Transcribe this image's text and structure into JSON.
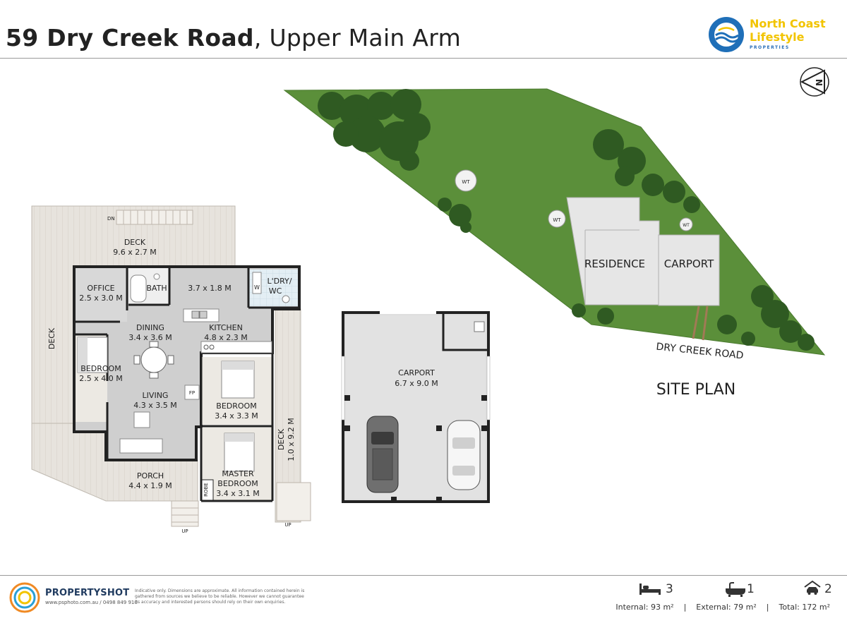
{
  "header": {
    "address_road": "59 Dry Creek Road",
    "address_sep": ",",
    "address_area": "Upper Main Arm"
  },
  "agency": {
    "line1": "North Coast",
    "line2": "Lifestyle",
    "line3": "PROPERTIES"
  },
  "floor_plan": {
    "deck_top": {
      "name": "DECK",
      "dims": "9.6 x 2.7 M"
    },
    "deck_dn": "DN",
    "deck_left": "DECK",
    "office": {
      "name": "OFFICE",
      "dims": "2.5 x 3.0 M"
    },
    "bath": "BATH",
    "hall_dims": "3.7 x 1.8 M",
    "laundry": {
      "line1": "L'DRY/",
      "line2": "WC",
      "w": "W"
    },
    "dining": {
      "name": "DINING",
      "dims": "3.4 x 3.6 M"
    },
    "kitchen": {
      "name": "KITCHEN",
      "dims": "4.8 x 2.3 M"
    },
    "bedroom_left": {
      "name": "BEDROOM",
      "dims": "2.5 x 4.0 M"
    },
    "living": {
      "name": "LIVING",
      "dims": "4.3 x 3.5 M"
    },
    "fireplace": "FP",
    "bedroom_mid": {
      "name": "BEDROOM",
      "dims": "3.4 x 3.3 M"
    },
    "master": {
      "line1": "MASTER",
      "line2": "BEDROOM",
      "dims": "3.4 x 3.1 M"
    },
    "robe": "ROBE",
    "deck_right": {
      "name": "DECK",
      "dims": "1.0 x 9.2 M"
    },
    "porch": {
      "name": "PORCH",
      "dims": "4.4 x 1.9 M"
    },
    "up_left": "UP",
    "up_right": "UP"
  },
  "carport_plan": {
    "name": "CARPORT",
    "dims": "6.7 x 9.0 M"
  },
  "site_plan": {
    "title": "SITE PLAN",
    "residence": "RESIDENCE",
    "carport": "CARPORT",
    "road": "DRY CREEK ROAD",
    "wt1": "WT",
    "wt2": "WT",
    "wt3": "WT",
    "north": "N"
  },
  "footer": {
    "brand": "PROPERTYSHOT",
    "contact": "www.psphoto.com.au / 0498 849 910",
    "disclaimer": "Indicative only. Dimensions are approximate. All information contained herein is gathered from sources we believe to be reliable. However we cannot guarantee its accuracy and interested persons should rely on their own enquiries.",
    "beds": "3",
    "baths": "1",
    "cars": "2",
    "internal": "Internal: 93 m²",
    "external": "External: 79 m²",
    "total": "Total: 172 m²",
    "sep": "|"
  },
  "colors": {
    "grass": "#5b8f3a",
    "tree": "#2f5a22",
    "building": "#e6e6e6",
    "deck": "#e4e0da",
    "wall": "#222222",
    "brand_yellow": "#f2c400",
    "brand_blue": "#1f6fb8"
  },
  "icons": [
    "compass-north-icon",
    "bed-icon",
    "bath-icon",
    "car-icon"
  ]
}
